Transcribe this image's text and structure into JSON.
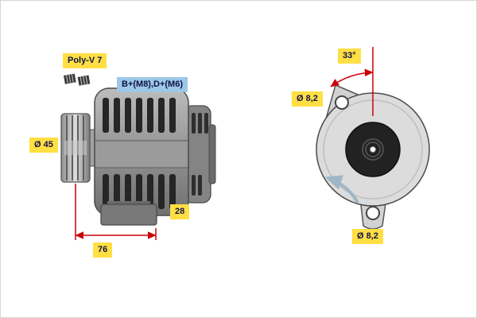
{
  "labels": {
    "belt": "Poly-V 7",
    "terminals": "B+(M8),D+(M6)",
    "pulley_diameter": "Ø 45",
    "foot_width": "28",
    "mount_length": "76",
    "lug_angle": "33°",
    "top_hole_diameter": "Ø 8,2",
    "bottom_hole_diameter": "Ø 8,2"
  },
  "colors": {
    "label-bg": "#ffdf43",
    "terminal-bg": "#9cc7e6",
    "dimension-red": "#cc0008",
    "label-text": "#10104a"
  }
}
